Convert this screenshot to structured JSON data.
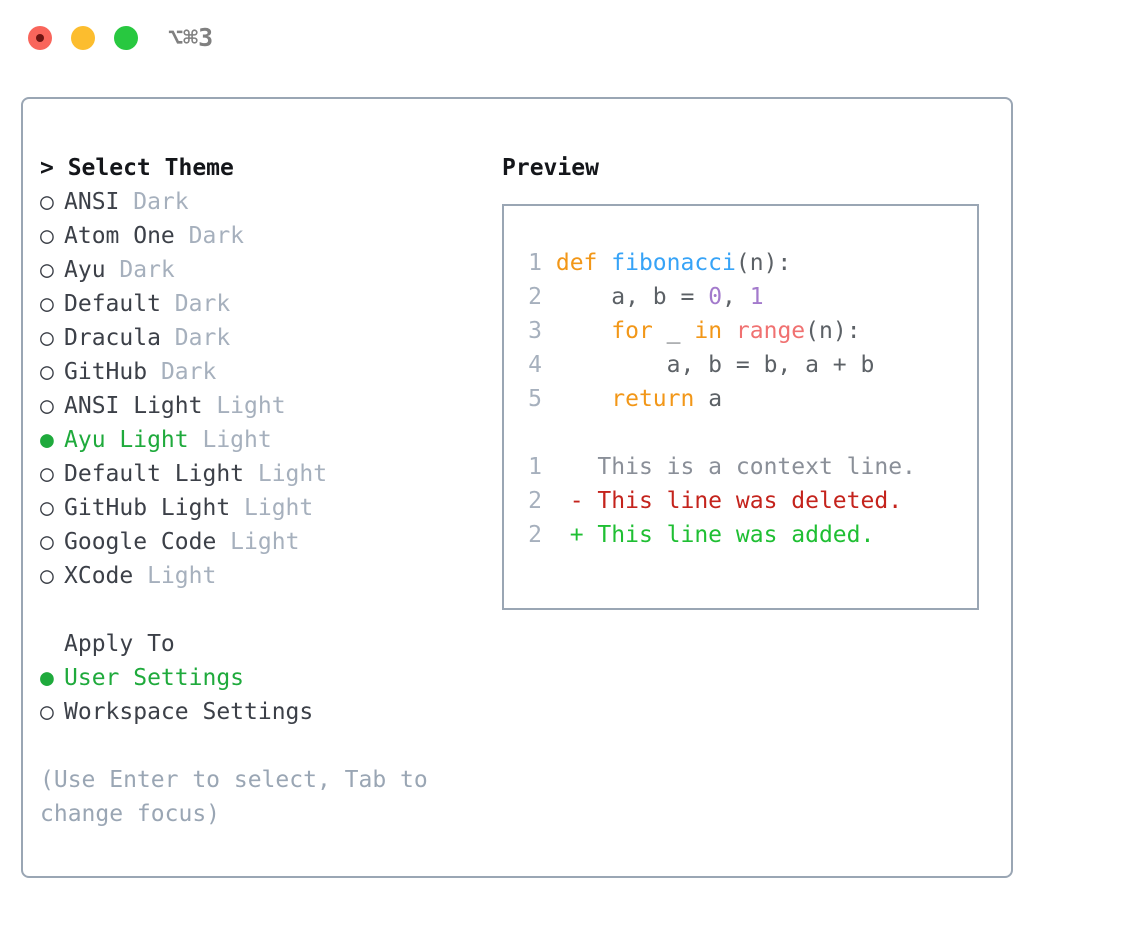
{
  "titlebar": {
    "shortcut": "⌥⌘3",
    "lights": [
      {
        "name": "close",
        "color": "#f9655b"
      },
      {
        "name": "minimize",
        "color": "#fcbd2e"
      },
      {
        "name": "maximize",
        "color": "#28c840"
      }
    ]
  },
  "theme_picker": {
    "header": "> Select Theme",
    "marker_selected": "●",
    "marker_unselected": "○",
    "items": [
      {
        "marker": "○",
        "name": "ANSI",
        "badge": "Dark",
        "selected": false
      },
      {
        "marker": "○",
        "name": "Atom One",
        "badge": "Dark",
        "selected": false
      },
      {
        "marker": "○",
        "name": "Ayu",
        "badge": "Dark",
        "selected": false
      },
      {
        "marker": "○",
        "name": "Default",
        "badge": "Dark",
        "selected": false
      },
      {
        "marker": "○",
        "name": "Dracula",
        "badge": "Dark",
        "selected": false
      },
      {
        "marker": "○",
        "name": "GitHub",
        "badge": "Dark",
        "selected": false
      },
      {
        "marker": "○",
        "name": "ANSI Light",
        "badge": "Light",
        "selected": false
      },
      {
        "marker": "●",
        "name": "Ayu Light",
        "badge": "Light",
        "selected": true
      },
      {
        "marker": "○",
        "name": "Default Light",
        "badge": "Light",
        "selected": false
      },
      {
        "marker": "○",
        "name": "GitHub Light",
        "badge": "Light",
        "selected": false
      },
      {
        "marker": "○",
        "name": "Google Code",
        "badge": "Light",
        "selected": false
      },
      {
        "marker": "○",
        "name": "XCode",
        "badge": "Light",
        "selected": false
      }
    ]
  },
  "apply_to": {
    "header": "Apply To",
    "items": [
      {
        "marker": "●",
        "name": "User Settings",
        "selected": true
      },
      {
        "marker": "○",
        "name": "Workspace Settings",
        "selected": false
      }
    ]
  },
  "hint": "(Use Enter to select, Tab to change focus)",
  "preview": {
    "title": "Preview",
    "code_lines": [
      {
        "number": "1",
        "tokens": [
          {
            "text": "def ",
            "kind": "kw"
          },
          {
            "text": "fibonacci",
            "kind": "fn"
          },
          {
            "text": "(n):",
            "kind": "plain"
          }
        ]
      },
      {
        "number": "2",
        "tokens": [
          {
            "text": "    a, b = ",
            "kind": "plain"
          },
          {
            "text": "0",
            "kind": "num"
          },
          {
            "text": ", ",
            "kind": "plain"
          },
          {
            "text": "1",
            "kind": "num"
          }
        ]
      },
      {
        "number": "3",
        "tokens": [
          {
            "text": "    ",
            "kind": "plain"
          },
          {
            "text": "for",
            "kind": "kw"
          },
          {
            "text": " _ ",
            "kind": "plain"
          },
          {
            "text": "in",
            "kind": "kw"
          },
          {
            "text": " ",
            "kind": "plain"
          },
          {
            "text": "range",
            "kind": "bi"
          },
          {
            "text": "(n):",
            "kind": "plain"
          }
        ]
      },
      {
        "number": "4",
        "tokens": [
          {
            "text": "        a, b = b, a + b",
            "kind": "plain"
          }
        ]
      },
      {
        "number": "5",
        "tokens": [
          {
            "text": "    ",
            "kind": "plain"
          },
          {
            "text": "return",
            "kind": "kw"
          },
          {
            "text": " a",
            "kind": "plain"
          }
        ]
      }
    ],
    "diff_lines": [
      {
        "number": "1",
        "sign": " ",
        "text": " This is a context line.",
        "kind": "ctx"
      },
      {
        "number": "2",
        "sign": "-",
        "text": " This line was deleted.",
        "kind": "del"
      },
      {
        "number": "2",
        "sign": "+",
        "text": " This line was added.",
        "kind": "add"
      }
    ]
  },
  "colors": {
    "accent_green": "#1faa3c",
    "badge_gray": "#a6b0bd",
    "border": "#9aa6b4",
    "keyword_orange": "#f29718",
    "function_blue": "#36a3f7",
    "number_purple": "#a37acc",
    "builtin_red": "#f07171",
    "diff_delete": "#c4231c",
    "diff_add": "#1fbf33"
  }
}
